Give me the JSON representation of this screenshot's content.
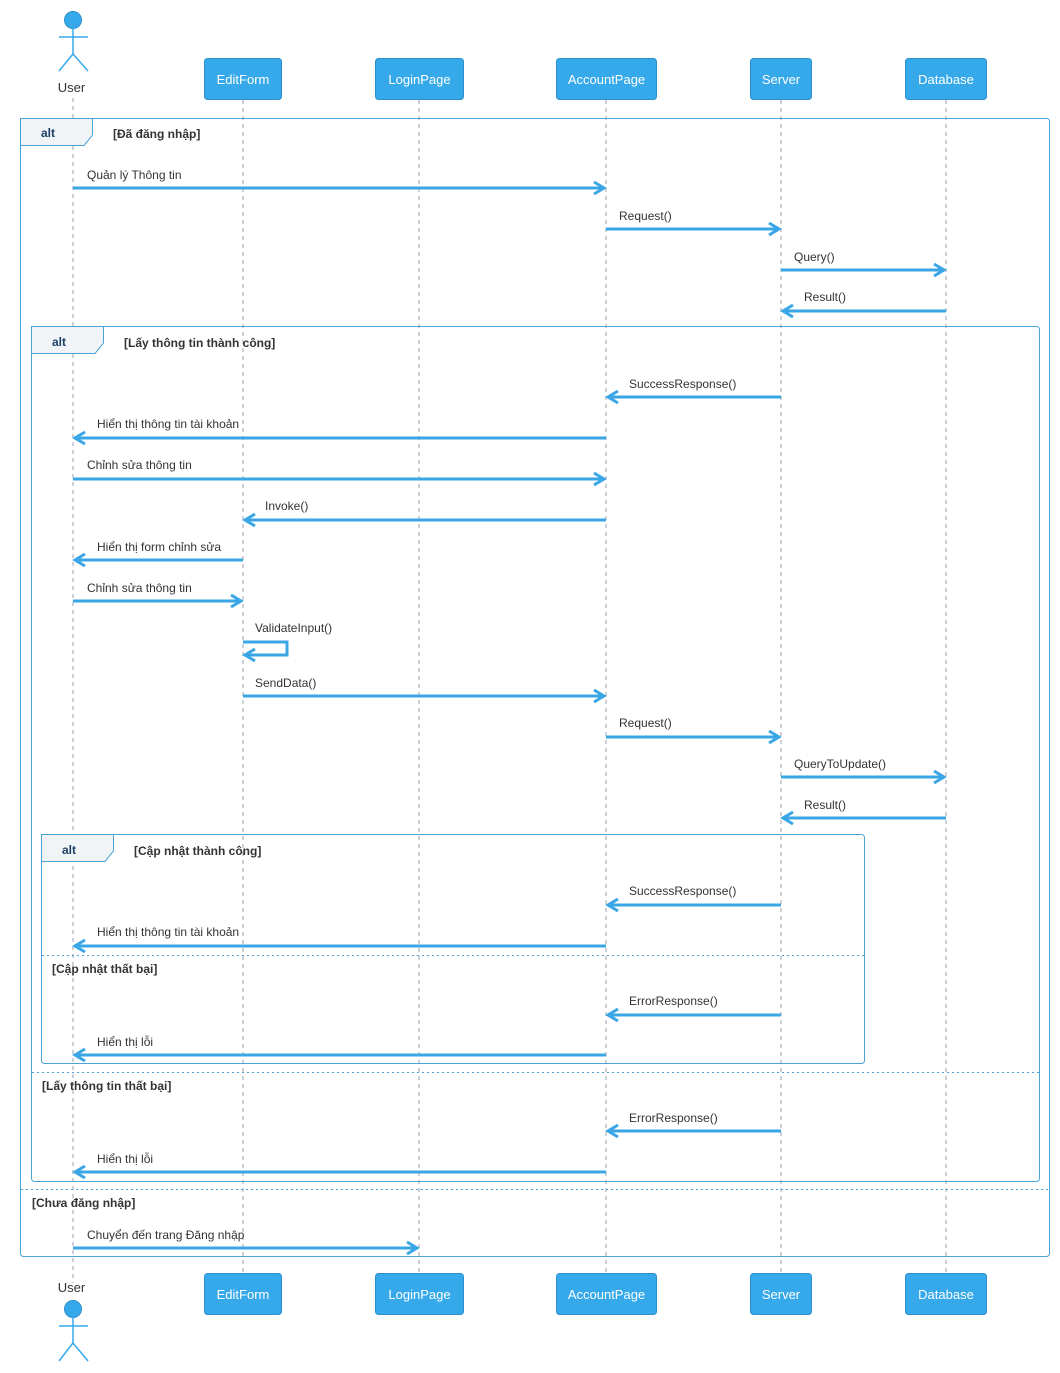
{
  "actor": {
    "name": "User",
    "icon": "stick-figure-icon"
  },
  "participants": [
    {
      "id": "editform",
      "label": "EditForm"
    },
    {
      "id": "loginpage",
      "label": "LoginPage"
    },
    {
      "id": "accountpage",
      "label": "AccountPage"
    },
    {
      "id": "server",
      "label": "Server"
    },
    {
      "id": "database",
      "label": "Database"
    }
  ],
  "frames": [
    {
      "id": "outer",
      "operator": "alt",
      "guard": "[Đã đăng nhập]",
      "else_guard": "[Chưa đăng nhập]"
    },
    {
      "id": "middle",
      "operator": "alt",
      "guard": "[Lấy thông tin thành công]",
      "else_guard": "[Lấy thông tin thất bại]"
    },
    {
      "id": "inner",
      "operator": "alt",
      "guard": "[Cập nhật thành công]",
      "else_guard": "[Cập nhật thất bại]"
    }
  ],
  "messages": [
    {
      "from": "user",
      "to": "accountpage",
      "label": "Quản lý Thông tin"
    },
    {
      "from": "accountpage",
      "to": "server",
      "label": "Request()"
    },
    {
      "from": "server",
      "to": "database",
      "label": "Query()"
    },
    {
      "from": "database",
      "to": "server",
      "label": "Result()"
    },
    {
      "from": "server",
      "to": "accountpage",
      "label": "SuccessResponse()"
    },
    {
      "from": "accountpage",
      "to": "user",
      "label": "Hiển thị thông tin tài khoản"
    },
    {
      "from": "user",
      "to": "accountpage",
      "label": "Chỉnh sửa thông tin"
    },
    {
      "from": "accountpage",
      "to": "editform",
      "label": "Invoke()"
    },
    {
      "from": "editform",
      "to": "user",
      "label": "Hiển thị form chỉnh sửa"
    },
    {
      "from": "user",
      "to": "editform",
      "label": "Chỉnh sửa thông tin"
    },
    {
      "from": "editform",
      "to": "editform",
      "label": "ValidateInput()"
    },
    {
      "from": "editform",
      "to": "accountpage",
      "label": "SendData()"
    },
    {
      "from": "accountpage",
      "to": "server",
      "label": "Request()"
    },
    {
      "from": "server",
      "to": "database",
      "label": "QueryToUpdate()"
    },
    {
      "from": "database",
      "to": "server",
      "label": "Result()"
    },
    {
      "from": "server",
      "to": "accountpage",
      "label": "SuccessResponse()"
    },
    {
      "from": "accountpage",
      "to": "user",
      "label": "Hiển thị thông tin tài khoản"
    },
    {
      "from": "server",
      "to": "accountpage",
      "label": "ErrorResponse()"
    },
    {
      "from": "accountpage",
      "to": "user",
      "label": "Hiển thị lỗi"
    },
    {
      "from": "server",
      "to": "accountpage",
      "label": "ErrorResponse()"
    },
    {
      "from": "accountpage",
      "to": "user",
      "label": "Hiển thị lỗi"
    },
    {
      "from": "user",
      "to": "loginpage",
      "label": "Chuyển đến trang Đăng nhập"
    }
  ],
  "colors": {
    "accent": "#36a9ea",
    "frame": "#4aa3d8",
    "text": "#333333"
  }
}
